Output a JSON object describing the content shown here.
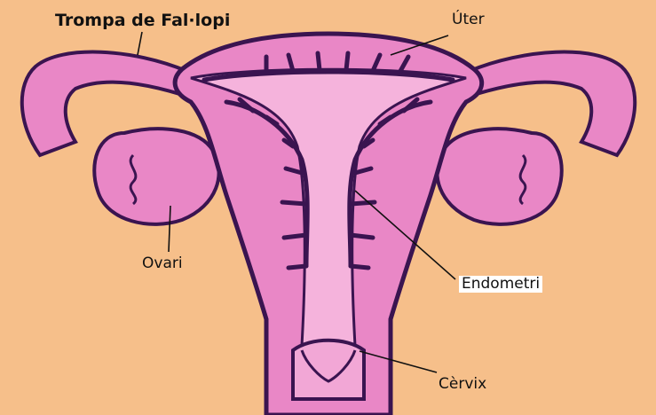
{
  "labels": {
    "fallopian_tube": "Trompa de Fal·lopi",
    "uterus": "Úter",
    "ovary": "Ovari",
    "endometrium": "Endometri",
    "cervix": "Cèrvix"
  },
  "colors": {
    "background": "#f6bf8a",
    "tissue": "#e987c6",
    "tissue_light": "#f2a7d6",
    "outline": "#3a1450",
    "cavity": "#f5b3dc"
  }
}
